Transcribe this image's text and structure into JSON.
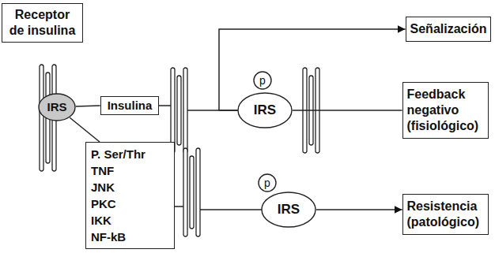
{
  "diagram": {
    "nodes": [
      {
        "text": [
          "Receptor de insulina"
        ]
      },
      {
        "text": [
          "IRS"
        ]
      },
      {
        "text": [
          "Insulina"
        ]
      },
      {
        "text": [
          "p"
        ]
      },
      {
        "text": [
          "IRS"
        ]
      },
      {
        "text": [
          "Señalización"
        ]
      },
      {
        "text": [
          "Feedback negativo (fisiológico)"
        ]
      },
      {
        "text": [
          "P. Ser/Thr",
          "TNF",
          "JNK",
          "PKC",
          "IKK",
          "NF-kB"
        ]
      },
      {
        "text": [
          "p"
        ]
      },
      {
        "text": [
          "IRS"
        ]
      },
      {
        "text": [
          "Resistencia (patológico)"
        ]
      }
    ],
    "edges": [
      {
        "from": 1,
        "to": 2,
        "arrow": "none"
      },
      {
        "from": 1,
        "to": 7,
        "arrow": "none"
      },
      {
        "from": 4,
        "to": 5,
        "arrow": "to"
      },
      {
        "from": 4,
        "to": 6,
        "arrow": "none"
      },
      {
        "from": 9,
        "to": 10,
        "arrow": "to"
      }
    ]
  }
}
